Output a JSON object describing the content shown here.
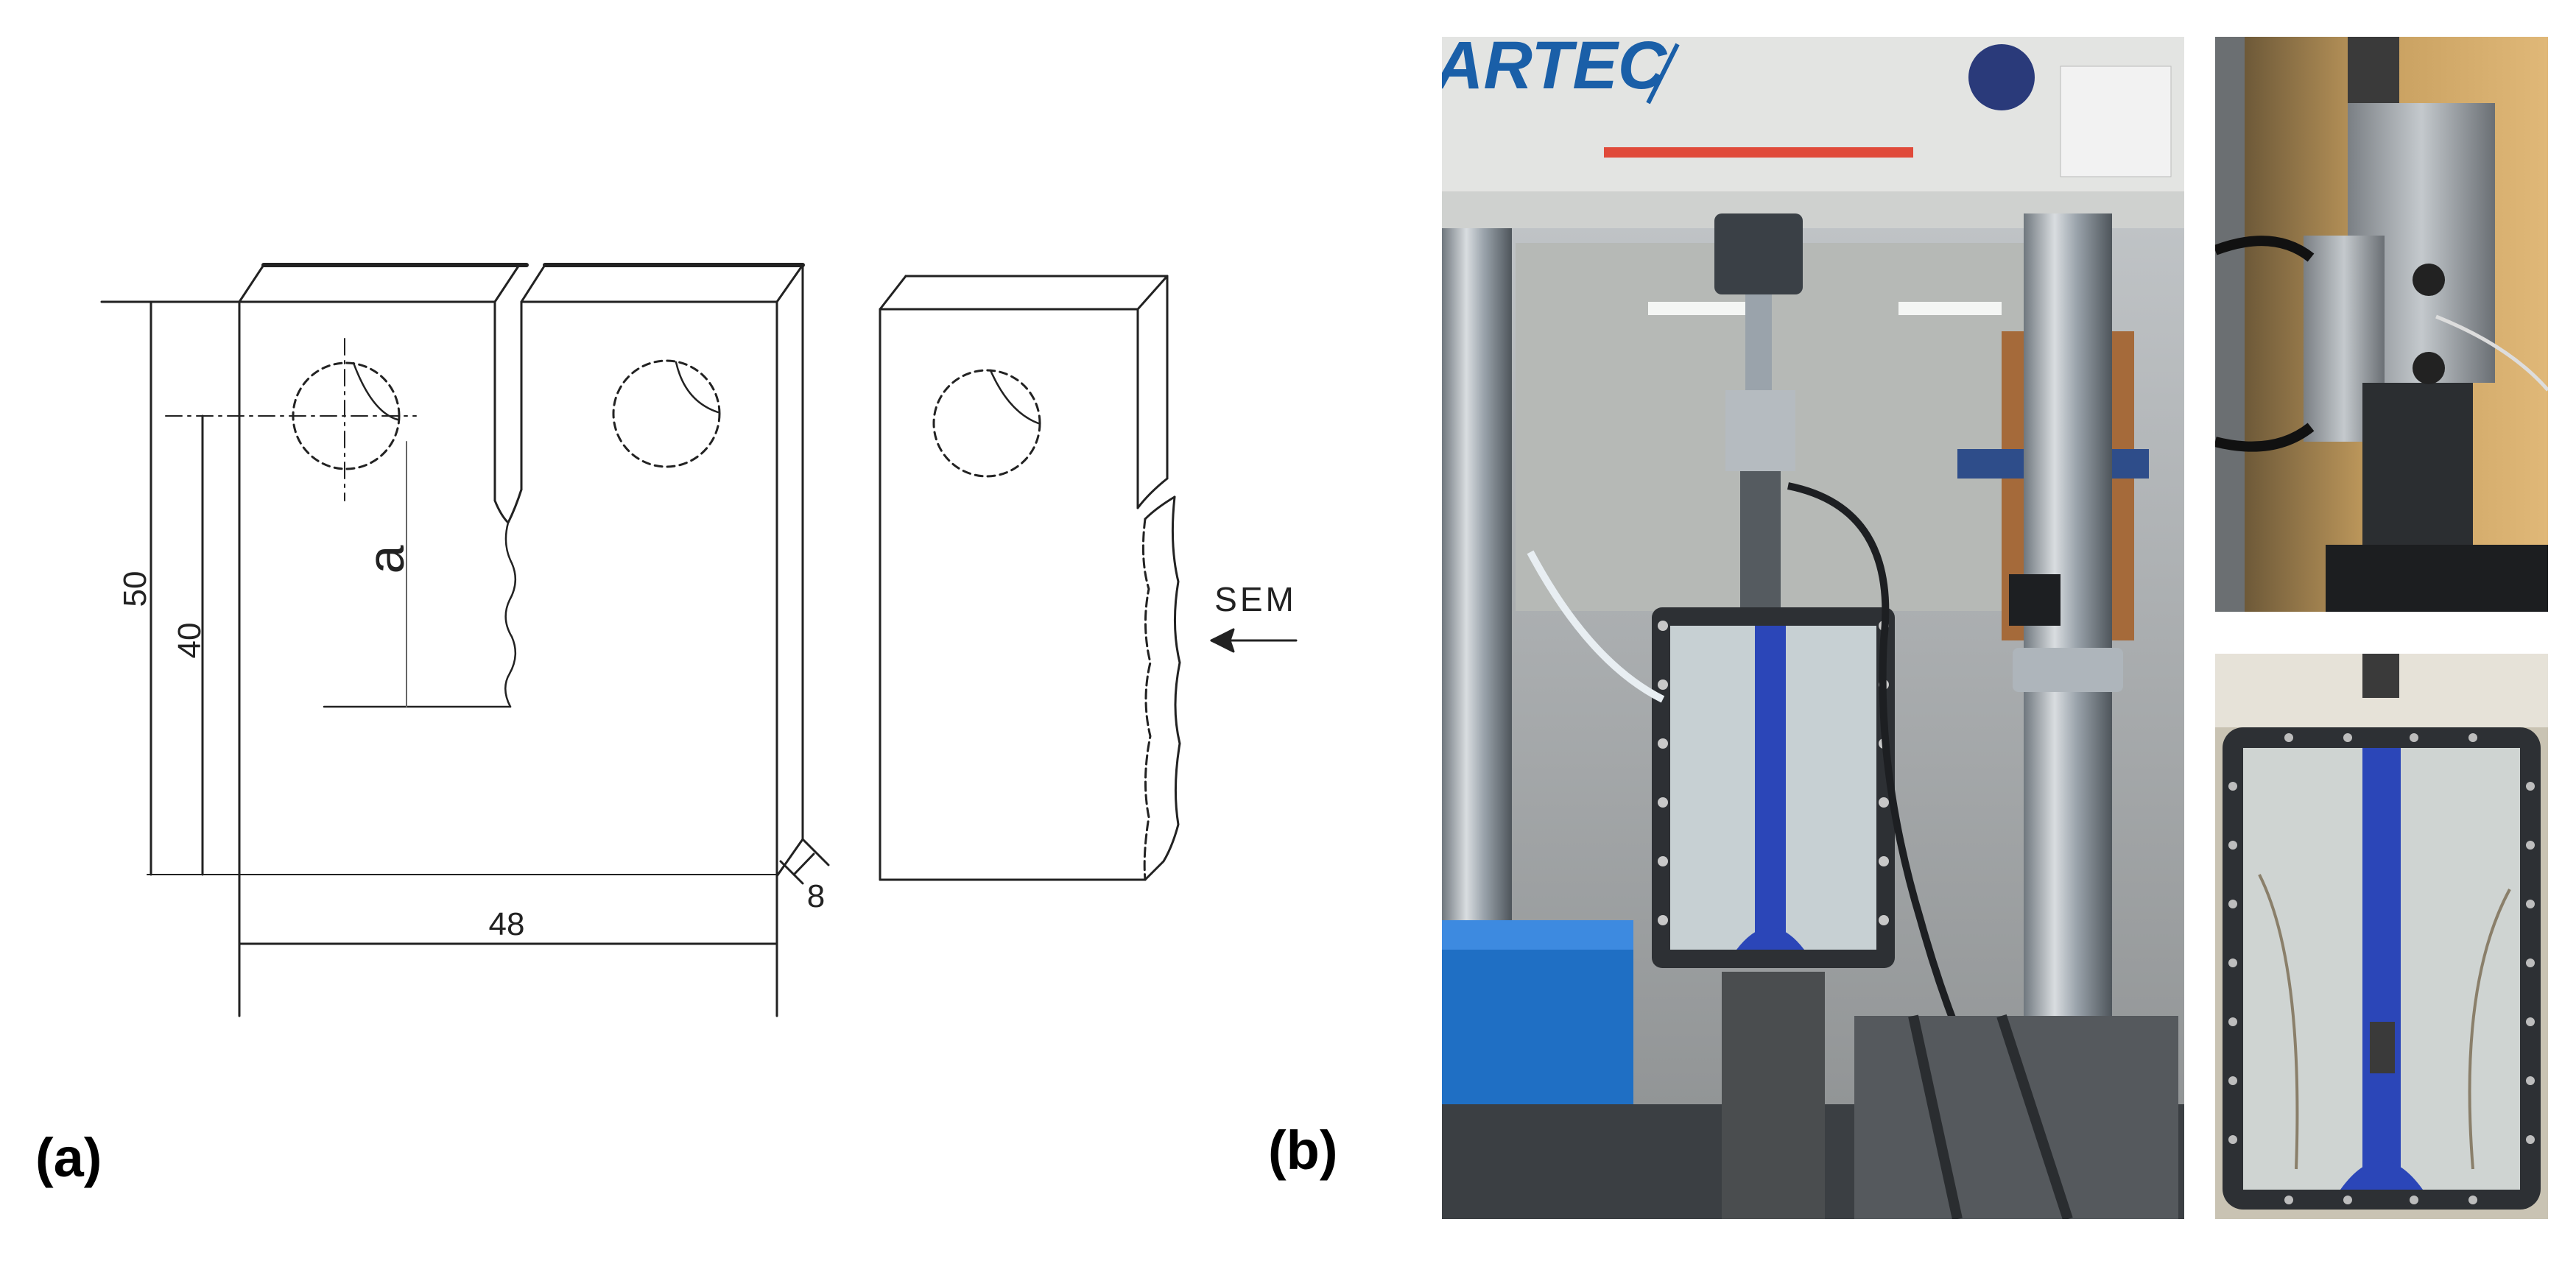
{
  "panels": {
    "a": {
      "label": "(a)"
    },
    "b": {
      "label": "(b)"
    }
  },
  "drawing": {
    "dimensions": {
      "height_total": "50",
      "height_ligament": "40",
      "width": "48",
      "thickness": "8",
      "crack_length": "a"
    },
    "sem_label": "SEM"
  },
  "photos": {
    "machine_brand_text": "ARTEC",
    "colors": {
      "specimen_blue": "#2b46b8",
      "frame_grey": "#9aa3ab",
      "chamber_frame": "#2d3034",
      "bin_blue": "#1f6fc4"
    }
  }
}
